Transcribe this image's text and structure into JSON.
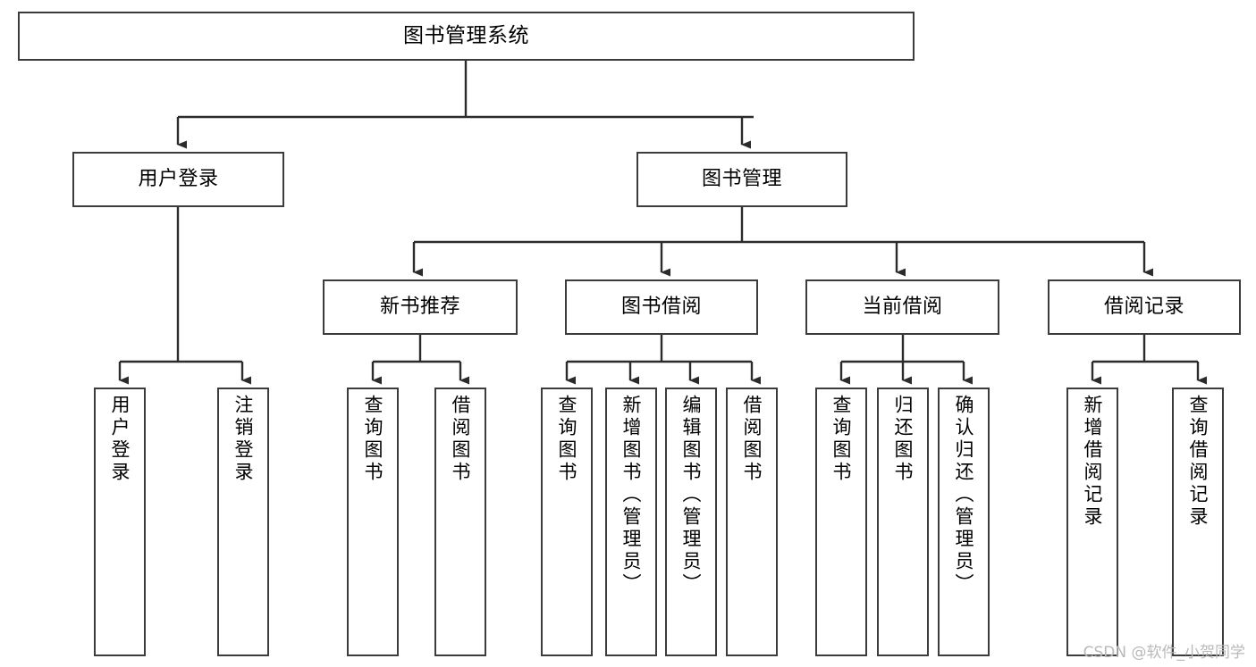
{
  "diagram": {
    "type": "tree-hierarchy-chart",
    "title": "图书管理系统",
    "orientation": "top-down",
    "colors": {
      "box_border": "#3c3c3c",
      "box_fill": "#ffffff",
      "connector": "#2b2b2b",
      "text": "#000000",
      "watermark": "#b9b9b9",
      "background": "#ffffff"
    },
    "levels": {
      "root": {
        "label": "图书管理系统"
      },
      "level2": [
        {
          "id": "user-login",
          "label": "用户登录"
        },
        {
          "id": "book-manage",
          "label": "图书管理"
        }
      ],
      "level3": [
        {
          "id": "new-book-recommend",
          "label": "新书推荐",
          "parent": "book-manage"
        },
        {
          "id": "book-borrow",
          "label": "图书借阅",
          "parent": "book-manage"
        },
        {
          "id": "current-borrow",
          "label": "当前借阅",
          "parent": "book-manage"
        },
        {
          "id": "borrow-record",
          "label": "借阅记录",
          "parent": "book-manage"
        }
      ],
      "leaves": [
        {
          "id": "leaf-user-login",
          "label": "用户登录",
          "parent": "user-login"
        },
        {
          "id": "leaf-logout",
          "label": "注销登录",
          "parent": "user-login"
        },
        {
          "id": "leaf-query-book-1",
          "label": "查询图书",
          "parent": "new-book-recommend"
        },
        {
          "id": "leaf-borrow-book-1",
          "label": "借阅图书",
          "parent": "new-book-recommend"
        },
        {
          "id": "leaf-query-book-2",
          "label": "查询图书",
          "parent": "book-borrow"
        },
        {
          "id": "leaf-add-book",
          "label": "新增图书（管理员）",
          "parent": "book-borrow"
        },
        {
          "id": "leaf-edit-book",
          "label": "编辑图书（管理员）",
          "parent": "book-borrow"
        },
        {
          "id": "leaf-borrow-book-2",
          "label": "借阅图书",
          "parent": "book-borrow"
        },
        {
          "id": "leaf-query-book-3",
          "label": "查询图书",
          "parent": "current-borrow"
        },
        {
          "id": "leaf-return-book",
          "label": "归还图书",
          "parent": "current-borrow"
        },
        {
          "id": "leaf-confirm-return",
          "label": "确认归还（管理员）",
          "parent": "current-borrow"
        },
        {
          "id": "leaf-add-record",
          "label": "新增借阅记录",
          "parent": "borrow-record"
        },
        {
          "id": "leaf-query-record",
          "label": "查询借阅记录",
          "parent": "borrow-record"
        }
      ]
    }
  },
  "watermark": {
    "text": "CSDN @软件_小贺同学"
  }
}
